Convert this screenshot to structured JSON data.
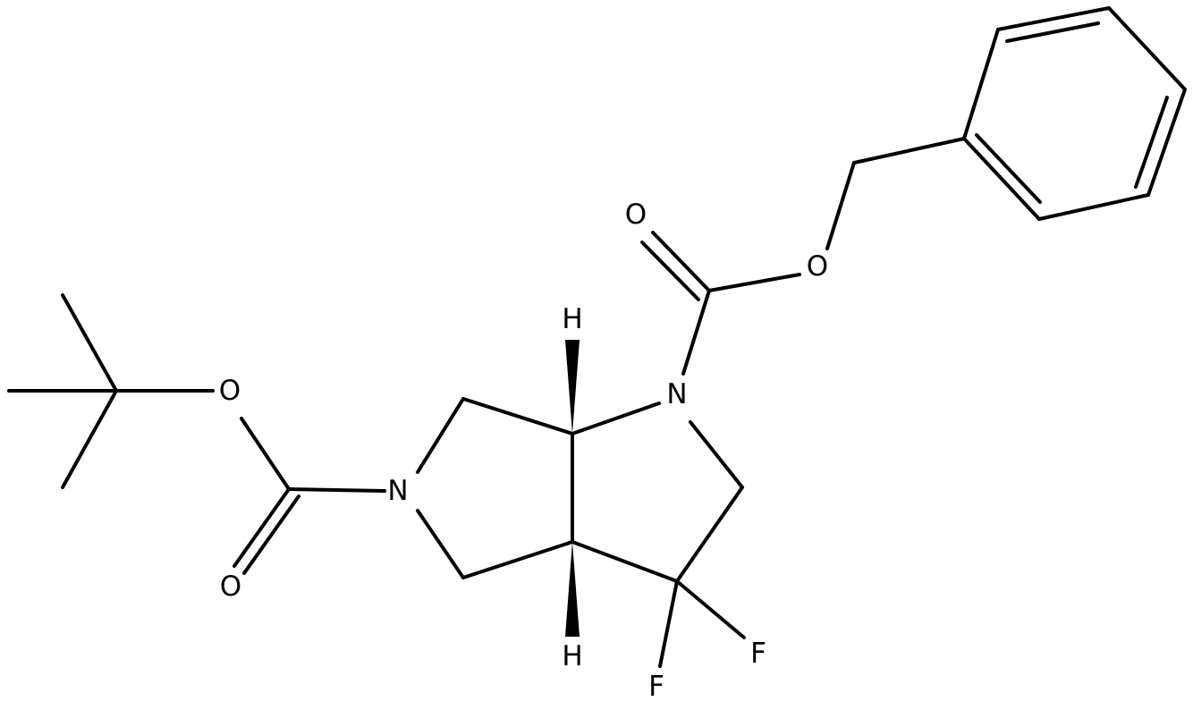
{
  "molecule": {
    "atom_labels": {
      "o_carbonyl_cbz": "O",
      "o_ester_cbz": "O",
      "n1": "N",
      "o_ester_boc": "O",
      "n5": "N",
      "o_carbonyl_boc": "O",
      "h_top": "H",
      "h_bottom": "H",
      "f_right": "F",
      "f_bottom": "F"
    },
    "colors": {
      "bond": "#000000",
      "label": "#000000",
      "background": "#ffffff"
    }
  }
}
